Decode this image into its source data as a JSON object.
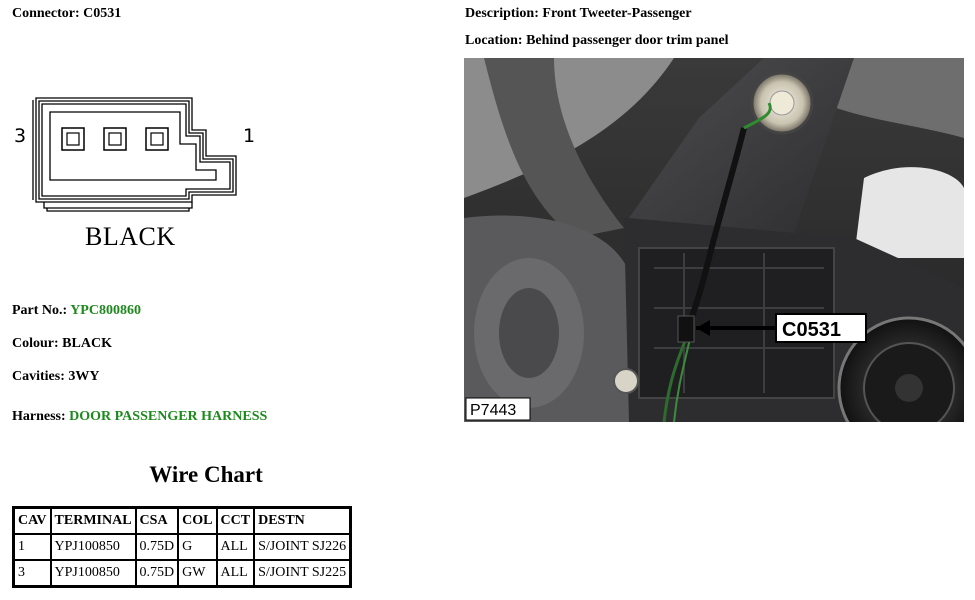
{
  "connector": {
    "label": "Connector:",
    "value": "C0531"
  },
  "description": {
    "label": "Description:",
    "value": "Front Tweeter-Passenger"
  },
  "location": {
    "label": "Location:",
    "value": "Behind passenger door trim panel"
  },
  "diagram": {
    "pin_left": "3",
    "pin_right": "1",
    "colour_label": "BLACK"
  },
  "part": {
    "label": "Part No.:",
    "value": "YPC800860"
  },
  "colour": {
    "label": "Colour:",
    "value": "BLACK"
  },
  "cavities": {
    "label": "Cavities:",
    "value": "3WY"
  },
  "harness": {
    "label": "Harness:",
    "value": "DOOR PASSENGER HARNESS"
  },
  "wire_chart": {
    "title": "Wire Chart",
    "headers": [
      "CAV",
      "TERMINAL",
      "CSA",
      "COL",
      "CCT",
      "DESTN"
    ],
    "rows": [
      [
        "1",
        "YPJ100850",
        "0.75D",
        "G",
        "ALL",
        "S/JOINT SJ226"
      ],
      [
        "3",
        "YPJ100850",
        "0.75D",
        "GW",
        "ALL",
        "S/JOINT SJ225"
      ]
    ]
  },
  "photo": {
    "callout": "C0531",
    "reference": "P7443"
  },
  "colors": {
    "value_green": "#1e8a1e"
  }
}
